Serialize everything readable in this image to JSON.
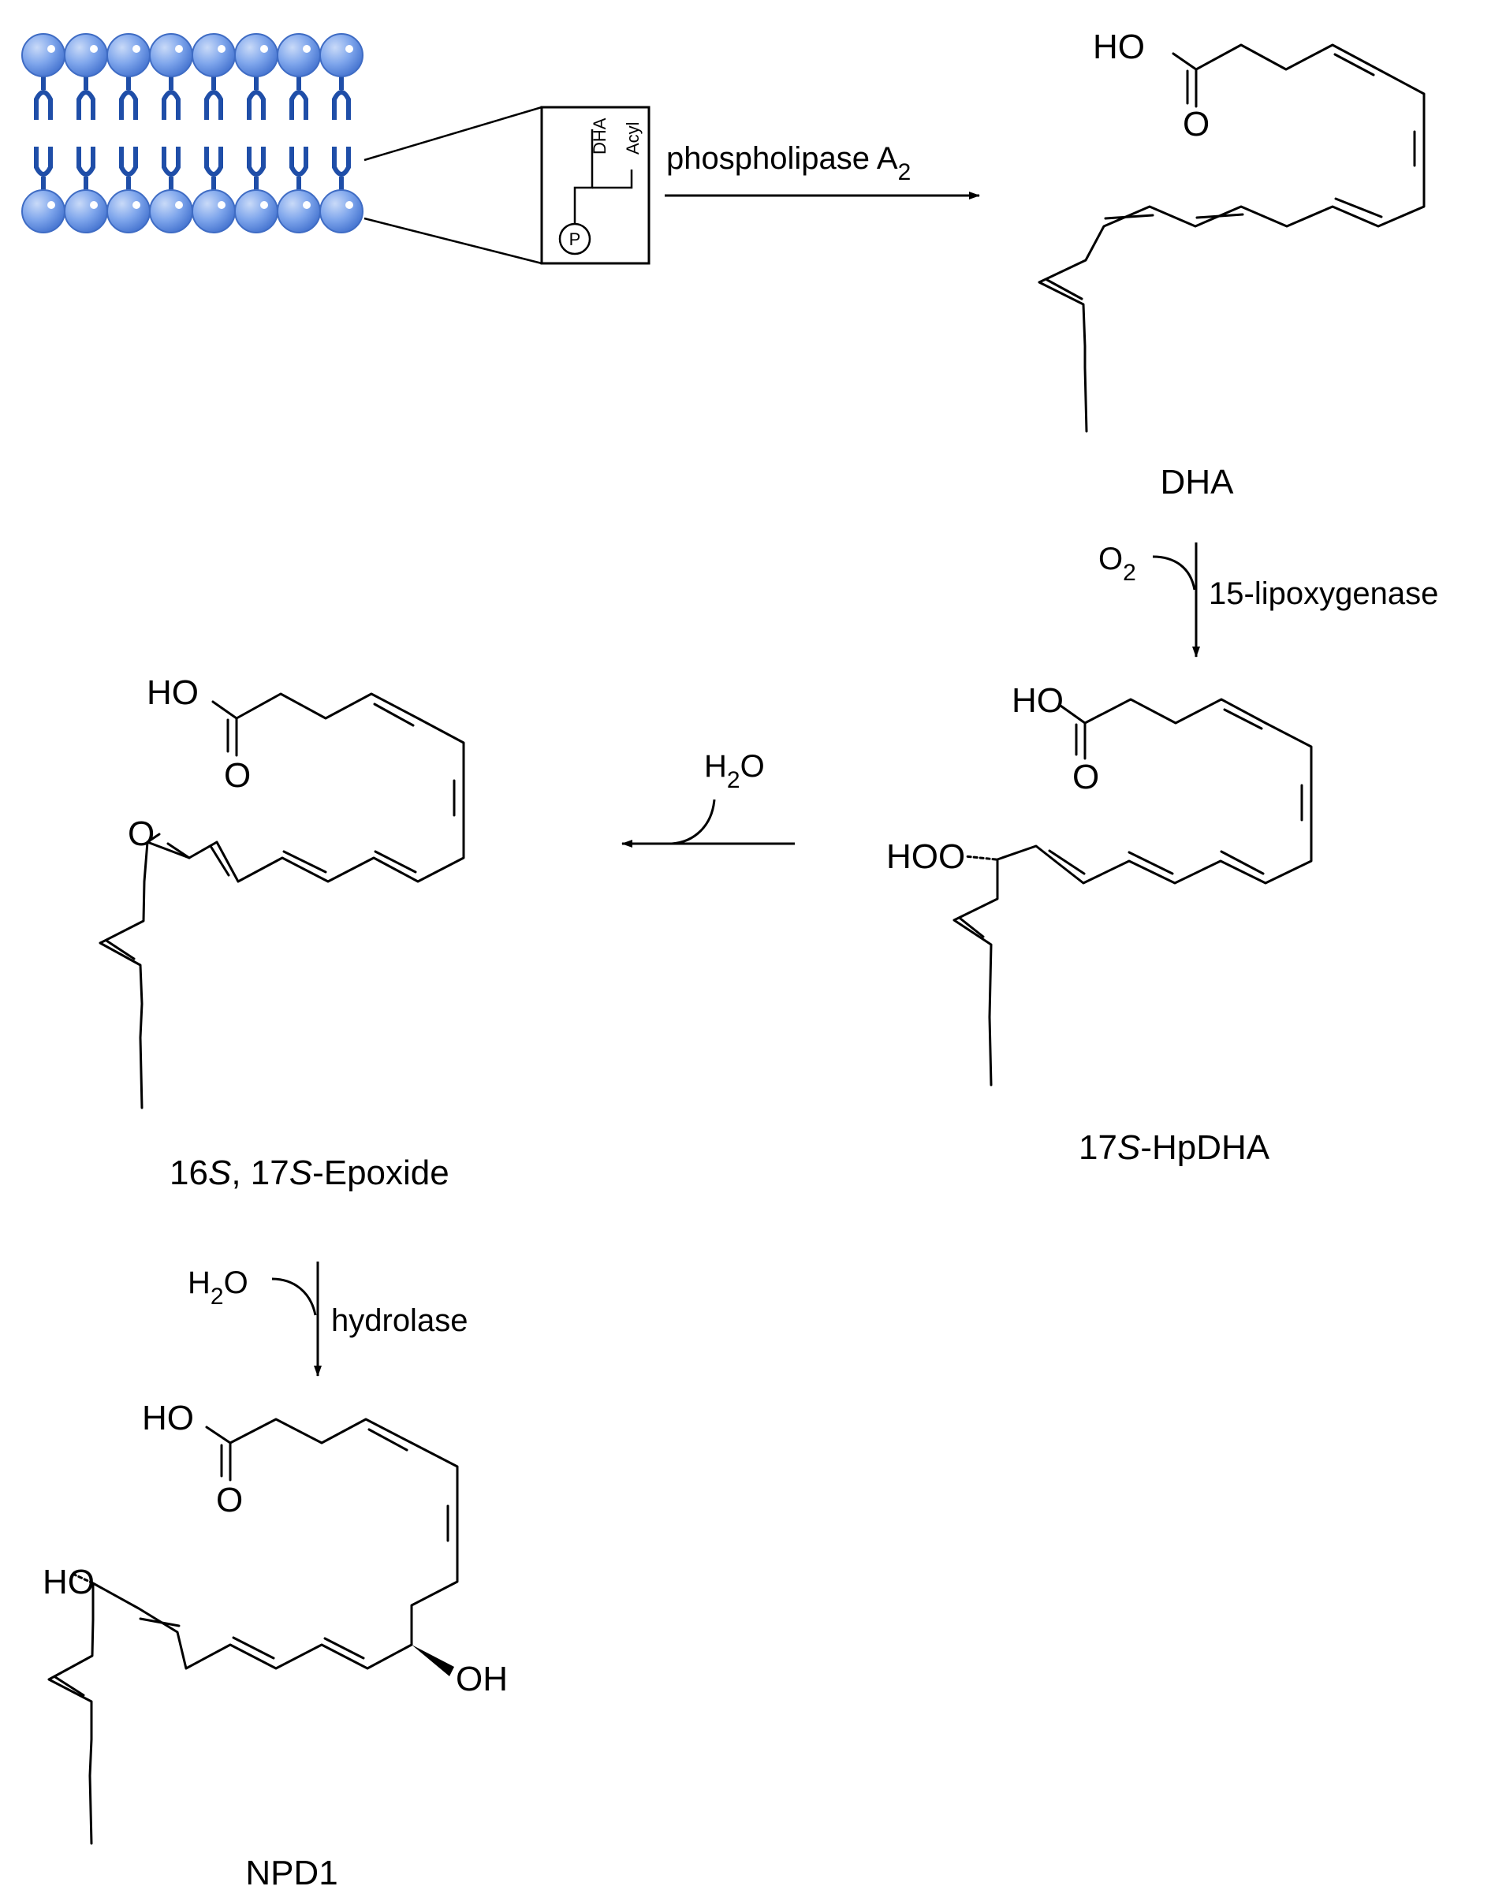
{
  "membrane": {
    "inset_labels": {
      "dha": "DHA",
      "acyl": "Acyl",
      "phosphate": "P"
    }
  },
  "reactions": {
    "pla2": {
      "enzyme": "phospholipase A",
      "enzyme_sub": "2"
    },
    "lox": {
      "reagent": "O",
      "reagent_sub": "2",
      "enzyme": "15-lipoxygenase"
    },
    "epox": {
      "reagent_pre": "H",
      "reagent_sub": "2",
      "reagent_post": "O"
    },
    "hydro": {
      "reagent_pre": "H",
      "reagent_sub": "2",
      "reagent_post": "O",
      "enzyme": "hydrolase"
    }
  },
  "compounds": {
    "dha": {
      "name": "DHA",
      "atoms": {
        "ho": "HO",
        "o": "O"
      }
    },
    "hpdha": {
      "name_pre": "17",
      "name_italic": "S",
      "name_post": "-HpDHA",
      "atoms": {
        "ho": "HO",
        "o": "O",
        "hoo": "HOO"
      }
    },
    "epoxide": {
      "name_p1": "16",
      "name_s1": "S",
      "name_p2": ", 17",
      "name_s2": "S",
      "name_p3": "-Epoxide",
      "atoms": {
        "ho": "HO",
        "o": "O",
        "ring_o": "O"
      }
    },
    "npd1": {
      "name": "NPD1",
      "atoms": {
        "ho": "HO",
        "o": "O",
        "ho_left": "HO",
        "oh_right": "OH"
      }
    }
  },
  "colors": {
    "lipid_head": "#6f9bea",
    "lipid_tail": "#1f4ea8",
    "ink": "#000000"
  }
}
